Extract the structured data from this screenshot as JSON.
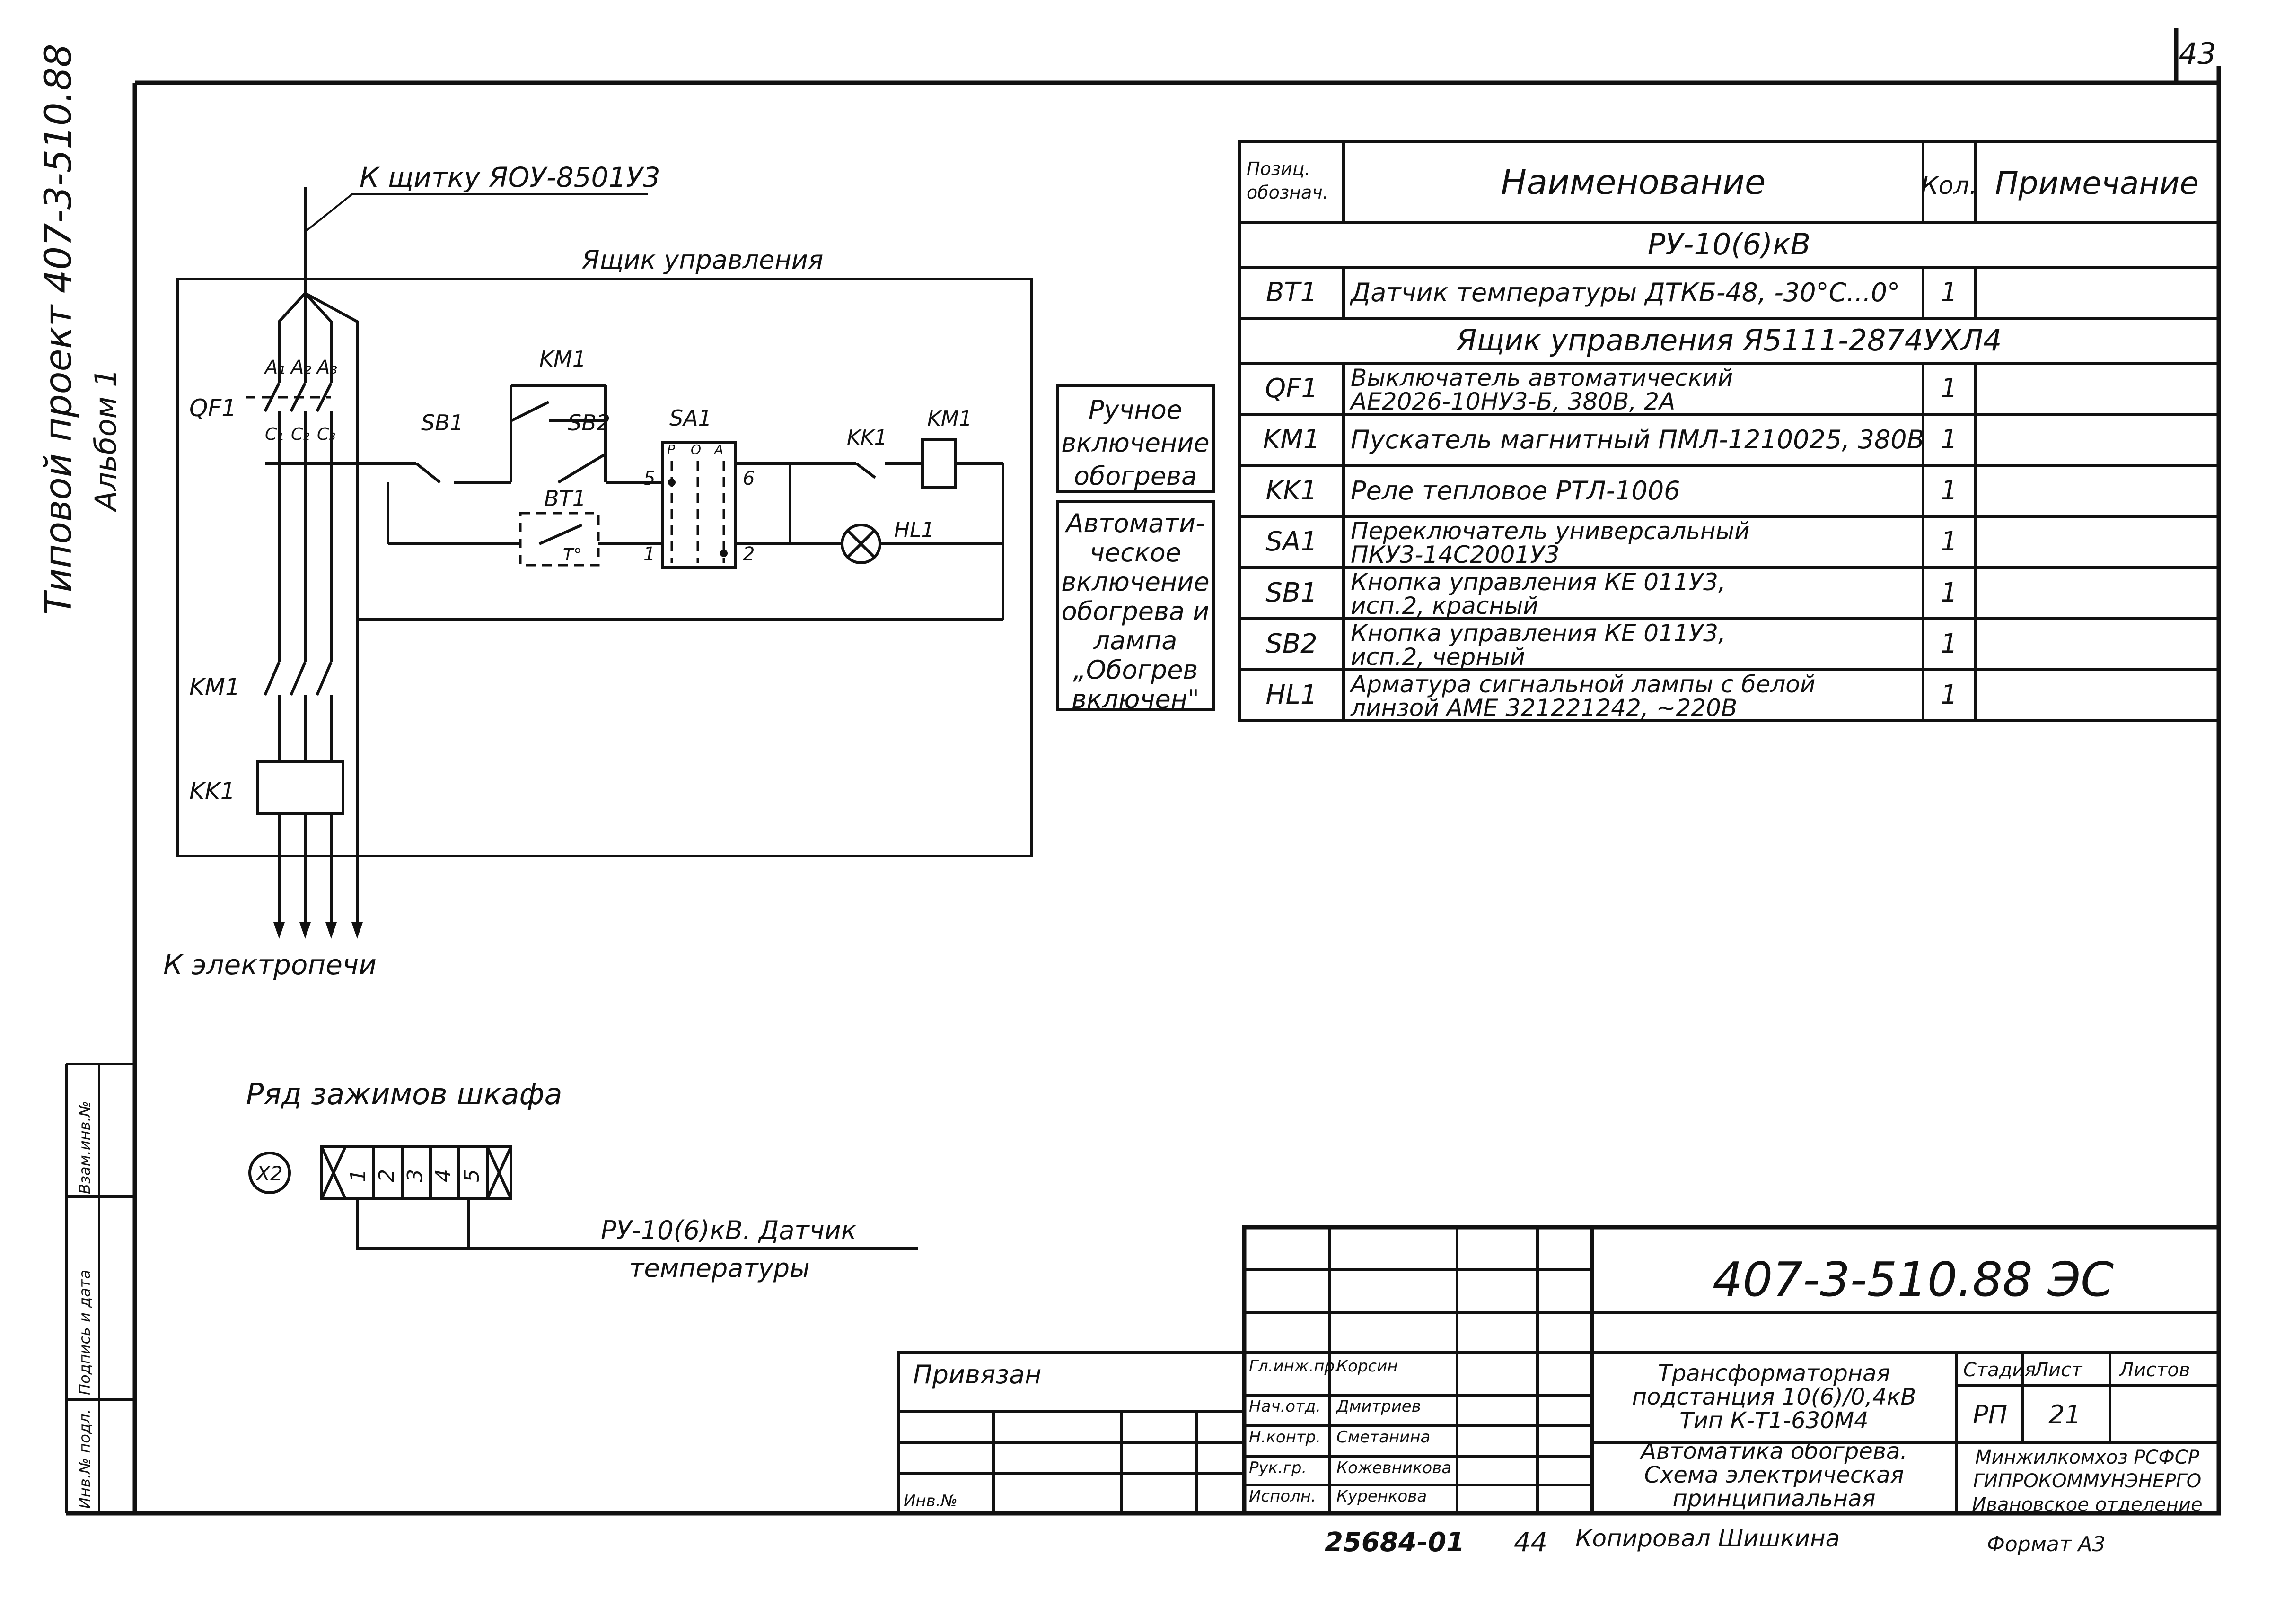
{
  "page_number": "43",
  "margin": {
    "project": "Типовой проект 407-3-510.88",
    "album": "Альбом 1",
    "stamp_cells": [
      "Взам.инв.№",
      "Подпись и дата",
      "Инв.№ подл."
    ]
  },
  "schematic": {
    "feed_label": "К щитку ЯОУ-8501У3",
    "box_label": "Ящик управления",
    "out_label": "К электропечи",
    "refs": [
      "QF1",
      "SB1",
      "SB2",
      "KM1",
      "SA1",
      "KK1",
      "KM1",
      "BT1",
      "HL1",
      "KM1",
      "KK1"
    ],
    "phase_labels": [
      "A₁",
      "A₂",
      "A₃"
    ],
    "phase_labels_low": [
      "C₁",
      "C₂",
      "C₃"
    ],
    "sa1_nodes": [
      "5",
      "6",
      "1",
      "2"
    ],
    "sa1_pos": [
      "Р",
      "О",
      "А"
    ],
    "bt1_mark": "T°"
  },
  "mode_labels": [
    {
      "lines": [
        "Ручное",
        "включение",
        "обогрева"
      ]
    },
    {
      "lines": [
        "Автомати-",
        "ческое",
        "включение",
        "обогрева и",
        "лампа",
        "„Обогрев",
        "включен\""
      ]
    }
  ],
  "spec_table": {
    "headers": [
      "Позиц. обознач.",
      "Наименование",
      "Кол.",
      "Примечание"
    ],
    "rows": [
      {
        "type": "section",
        "name": "РУ-10(6)кВ"
      },
      {
        "type": "item",
        "pos": "BT1",
        "name": [
          "Датчик температуры ДТКБ-48, -30°С...0°"
        ],
        "qty": "1",
        "note": ""
      },
      {
        "type": "section",
        "name": "Ящик управления Я5111-2874УХЛ4"
      },
      {
        "type": "item",
        "pos": "QF1",
        "name": [
          "Выключатель автоматический",
          "АЕ2026-10НУ3-Б, 380В, 2А"
        ],
        "qty": "1",
        "note": ""
      },
      {
        "type": "item",
        "pos": "KM1",
        "name": [
          "Пускатель магнитный ПМЛ-1210025, 380В"
        ],
        "qty": "1",
        "note": ""
      },
      {
        "type": "item",
        "pos": "KK1",
        "name": [
          "Реле тепловое РТЛ-1006"
        ],
        "qty": "1",
        "note": ""
      },
      {
        "type": "item",
        "pos": "SA1",
        "name": [
          "Переключатель универсальный",
          "ПКУ3-14С2001У3"
        ],
        "qty": "1",
        "note": ""
      },
      {
        "type": "item",
        "pos": "SB1",
        "name": [
          "Кнопка управления КЕ 011У3,",
          "исп.2, красный"
        ],
        "qty": "1",
        "note": ""
      },
      {
        "type": "item",
        "pos": "SB2",
        "name": [
          "Кнопка управления КЕ 011У3,",
          "исп.2, черный"
        ],
        "qty": "1",
        "note": ""
      },
      {
        "type": "item",
        "pos": "HL1",
        "name": [
          "Арматура сигнальной лампы с белой",
          "линзой АМЕ 321221242, ~220В"
        ],
        "qty": "1",
        "note": ""
      }
    ]
  },
  "terminal_block": {
    "title": "Ряд зажимов шкафа",
    "ref": "X2",
    "cells": [
      "1",
      "2",
      "3",
      "4",
      "5"
    ],
    "line_label": [
      "РУ-10(6)кВ. Датчик",
      "температуры"
    ]
  },
  "title_block": {
    "doc_code": "407-3-510.88 ЭС",
    "privyazan": "Привязан",
    "inv_no": "Инв.№",
    "roles": [
      "Гл.инж.пр.",
      "Нач.отд.",
      "Н.контр.",
      "Рук.гр.",
      "Исполн."
    ],
    "names": [
      "Корсин",
      "Дмитриев",
      "Сметанина",
      "Кожевникова",
      "Куренкова"
    ],
    "object": [
      "Трансформаторная",
      "подстанция 10(6)/0,4кВ",
      "Тип К-Т1-630М4"
    ],
    "sheet_title": [
      "Автоматика обогрева.",
      "Схема электрическая",
      "принципиальная"
    ],
    "stage_h": "Стадия",
    "sheet_h": "Лист",
    "sheets_h": "Листов",
    "stage": "РП",
    "sheet": "21",
    "sheets": "",
    "org": [
      "Минжилкомхоз РСФСР",
      "ГИПРОКОММУНЭНЕРГО",
      "Ивановское отделение"
    ]
  },
  "footer": {
    "number": "25684-01",
    "page": "44",
    "copied": "Копировал Шишкина",
    "format": "Формат А3"
  }
}
